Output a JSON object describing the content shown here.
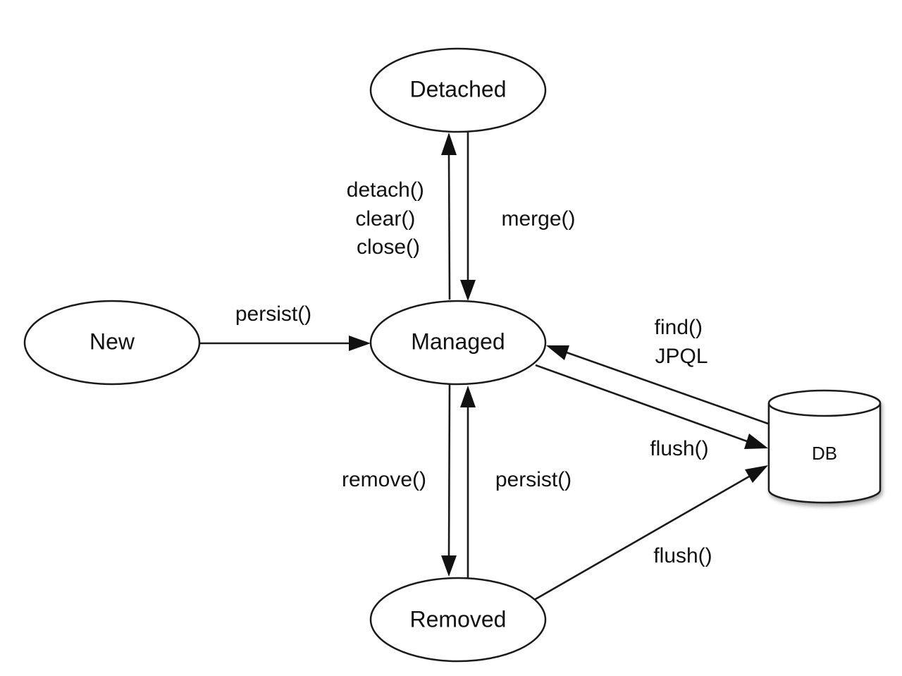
{
  "states": {
    "detached": "Detached",
    "new": "New",
    "managed": "Managed",
    "removed": "Removed",
    "db": "DB"
  },
  "transitions": {
    "detach": [
      "detach()",
      "clear()",
      "close()"
    ],
    "merge": "merge()",
    "persist_new": "persist()",
    "find": [
      "find()",
      "JPQL"
    ],
    "flush_managed": "flush()",
    "remove": "remove()",
    "persist_removed": "persist()",
    "flush_removed": "flush()"
  }
}
